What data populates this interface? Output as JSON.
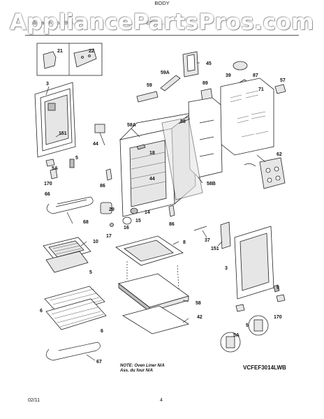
{
  "watermark": "AppliancePartsPros.com",
  "header": {
    "left": "Publication No. 5995...",
    "model": "FEF301...",
    "section": "BODY"
  },
  "callouts": {
    "c21": "21",
    "c22": "22",
    "c45": "45",
    "c3a": "3",
    "c59a": "59A",
    "c59": "59",
    "c39": "39",
    "c87": "87",
    "c89": "89",
    "c71": "71",
    "c57": "57",
    "c151a": "151",
    "c58a": "58A",
    "c88": "88",
    "c44a": "44",
    "c18": "18",
    "c5a_1": "5A",
    "c5a": "5",
    "c62": "62",
    "c44b": "44",
    "c86a": "86",
    "c58b": "58B",
    "c170a": "170",
    "c66": "66",
    "c29": "29",
    "c14": "14",
    "c15": "15",
    "c16": "16",
    "c17": "17",
    "c68": "68",
    "c86b": "86",
    "c37": "37",
    "c151b": "151",
    "c10": "10",
    "c8": "8",
    "c5b": "5",
    "c3b": "3",
    "c6a": "6",
    "c6b": "6",
    "c58": "58",
    "c42": "42",
    "c9": "9",
    "c170b": "170",
    "c5_2": "5",
    "c5a_2": "5A",
    "c67": "67"
  },
  "note": {
    "line1": "NOTE: Oven Liner N/A",
    "line2": "Ass. du four N/A"
  },
  "diagram_code": "VCFEF3014LWB",
  "footer": {
    "date": "02/11",
    "page": "4"
  }
}
